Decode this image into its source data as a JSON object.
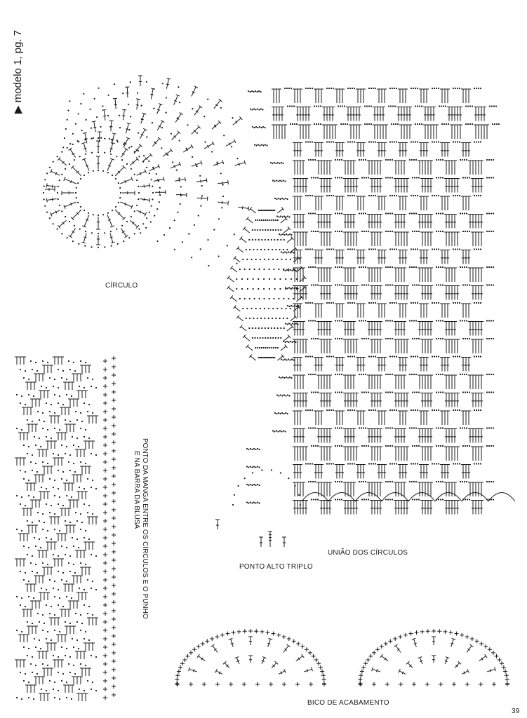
{
  "page": {
    "reference": "▶ modelo 1, pg. 7",
    "page_number": "39"
  },
  "labels": {
    "circle": "CÍRCULO",
    "sleeve_line1": "PONTO DA MANGA ENTRE OS CÍRCULOS E O PUNHO",
    "sleeve_line2": "E NA BARRA DA BLUSA",
    "triple": "PONTO ALTO TRIPLO",
    "union": "UNIÃO DOS CÍRCULOS",
    "edging": "BICO DE ACABAMENTO"
  },
  "colors": {
    "ink": "#1a1a1a",
    "paper": "#ffffff"
  }
}
